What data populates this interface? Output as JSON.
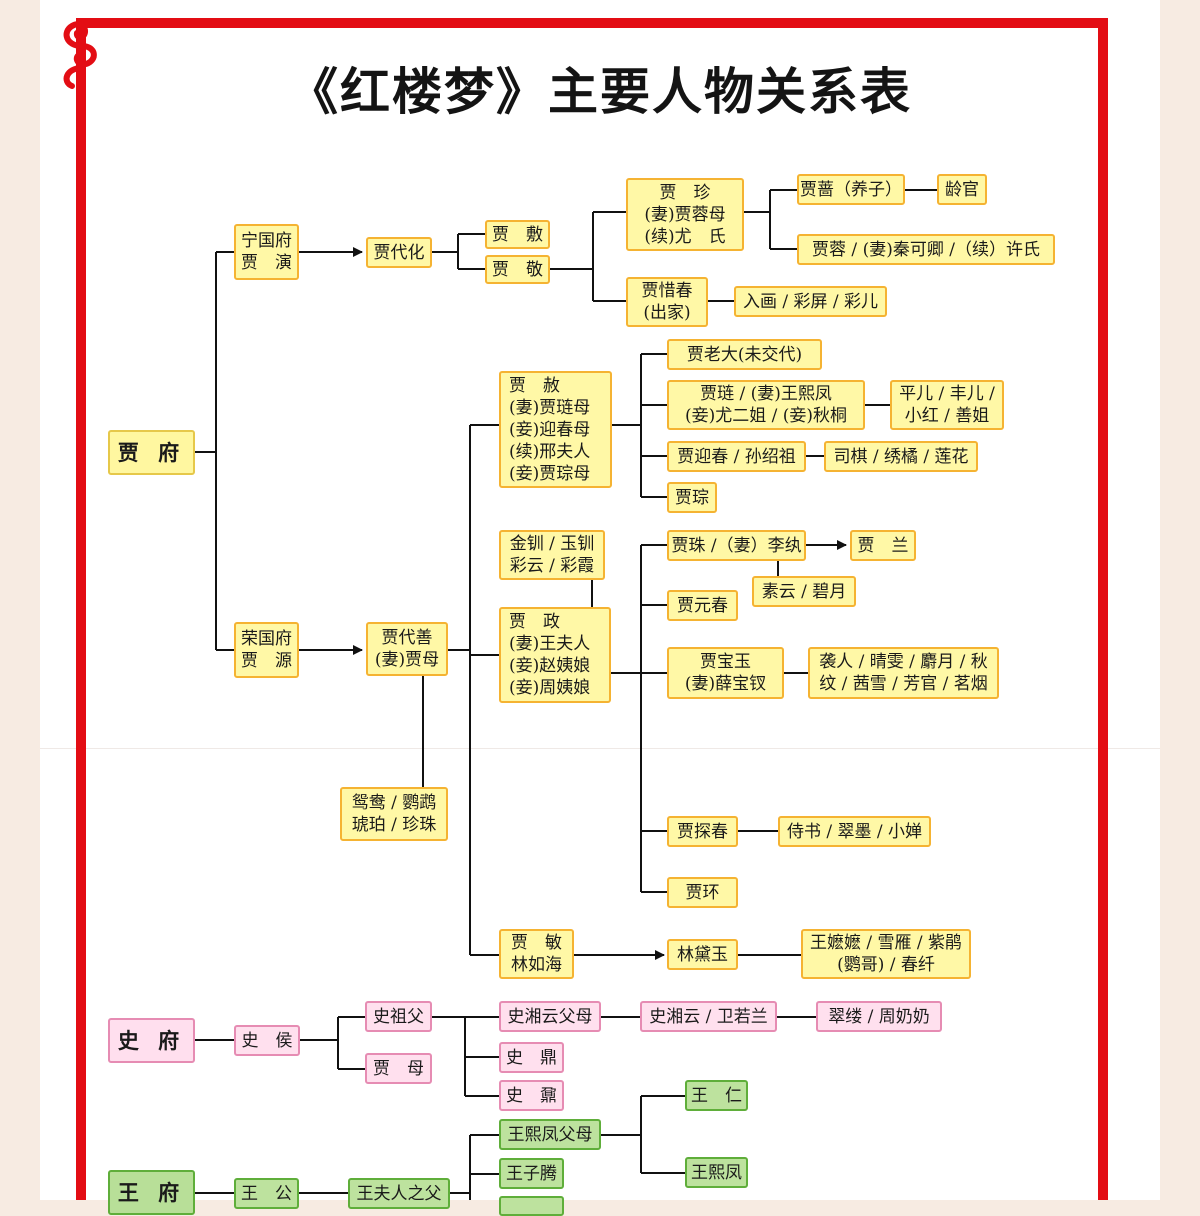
{
  "title": "《红楼梦》主要人物关系表",
  "colors": {
    "frame": "#e30d14",
    "jia": "#fff8a6",
    "shi": "#ffe0ee",
    "wang": "#bde29e",
    "line": "#111111"
  },
  "nodes": {
    "jiafu": [
      "贾 府"
    ],
    "ningguofu": [
      "宁国府",
      "贾　演"
    ],
    "jiadaihua": [
      "贾代化"
    ],
    "jiafu_fu": [
      "贾　敷"
    ],
    "jiajing": [
      "贾　敬"
    ],
    "jiazhen": [
      "贾　珍",
      "(妻)贾蓉母",
      "(续)尤　氏"
    ],
    "jiaqiang": [
      "贾蔷（养子）"
    ],
    "lingguan": [
      "龄官"
    ],
    "jiarong": [
      "贾蓉 / (妻)秦可卿 /（续）许氏"
    ],
    "jiaxichun": [
      "贾惜春",
      "(出家)"
    ],
    "ruhua": [
      "入画 / 彩屏 / 彩儿"
    ],
    "jiashe": [
      "贾　赦",
      "(妻)贾琏母",
      "(妾)迎春母",
      "(续)邢夫人",
      "(妾)贾琮母"
    ],
    "jialaoda": [
      "贾老大(未交代)"
    ],
    "jialian": [
      "贾琏 / (妻)王熙凤",
      "(妾)尤二姐 / (妾)秋桐"
    ],
    "pinger": [
      "平儿 / 丰儿 /",
      "小红 / 善姐"
    ],
    "jiayingchun": [
      "贾迎春 / 孙绍祖"
    ],
    "siqi": [
      "司棋 / 绣橘 / 莲花"
    ],
    "jiacong": [
      "贾琮"
    ],
    "rongguofu": [
      "荣国府",
      "贾　源"
    ],
    "jiadaishan": [
      "贾代善",
      "(妻)贾母"
    ],
    "yuanyang": [
      "鸳鸯 / 鹦鹉",
      "琥珀 / 珍珠"
    ],
    "jinchuan": [
      "金钏 / 玉钏",
      "彩云 / 彩霞"
    ],
    "jiazheng": [
      "贾　政",
      "(妻)王夫人",
      "(妾)赵姨娘",
      "(妾)周姨娘"
    ],
    "jiazhu": [
      "贾珠 /（妻）李纨"
    ],
    "jialan": [
      "贾　兰"
    ],
    "suyun": [
      "素云 / 碧月"
    ],
    "jiayuanchun": [
      "贾元春"
    ],
    "jiabaoyu": [
      "贾宝玉",
      "(妻)薛宝钗"
    ],
    "xiren": [
      "袭人 / 晴雯 / 麝月 / 秋",
      "纹 / 茜雪 / 芳官 / 茗烟"
    ],
    "jiatanchun": [
      "贾探春"
    ],
    "shishu": [
      "侍书 / 翠墨 / 小婵"
    ],
    "jiahuan": [
      "贾环"
    ],
    "jiamin": [
      "贾　敏",
      "林如海"
    ],
    "lindaiyu": [
      "林黛玉"
    ],
    "wangmomo": [
      "王嬷嬷 / 雪雁 / 紫鹃",
      "(鹦哥) / 春纤"
    ],
    "shifu": [
      "史 府"
    ],
    "shihou": [
      "史　侯"
    ],
    "shizufu": [
      "史祖父"
    ],
    "jiamu": [
      "贾　母"
    ],
    "shixiangyunfumu": [
      "史湘云父母"
    ],
    "shixiangyun": [
      "史湘云 / 卫若兰"
    ],
    "cuilv": [
      "翠缕 / 周奶奶"
    ],
    "shiding": [
      "史　鼎"
    ],
    "shinai": [
      "史　鼐"
    ],
    "wangfu": [
      "王 府"
    ],
    "wanggong": [
      "王　公"
    ],
    "wangfurenzhifu": [
      "王夫人之父"
    ],
    "wangxifengfumu": [
      "王熙凤父母"
    ],
    "wangziteng": [
      "王子腾"
    ],
    "wangren": [
      "王　仁"
    ],
    "wangxifeng": [
      "王熙凤"
    ]
  }
}
